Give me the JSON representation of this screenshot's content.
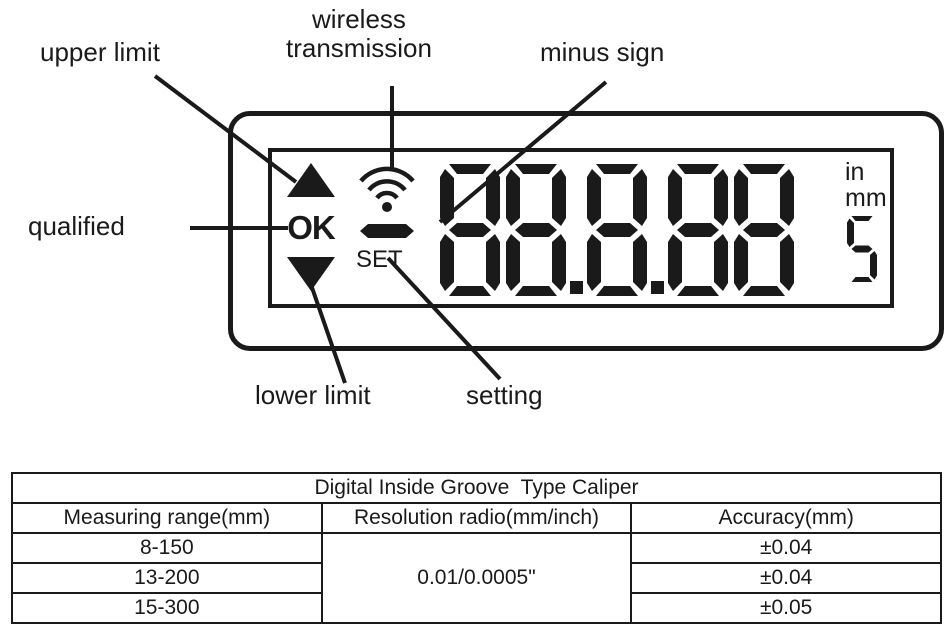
{
  "annotations": {
    "upper_limit": "upper limit",
    "wireless_transmission": "wireless\ntransmission",
    "minus_sign": "minus sign",
    "qualified": "qualified",
    "lower_limit": "lower limit",
    "setting": "setting"
  },
  "display": {
    "ok_label": "OK",
    "set_label": "SET",
    "unit_inch": "in",
    "unit_mm": "mm",
    "unit_digit_value": "5",
    "digits": [
      "8",
      "8",
      ".",
      "8",
      ".",
      "8",
      "8"
    ],
    "reading": "88.8.88",
    "icons": {
      "up_triangle": "triangle-up-icon",
      "down_triangle": "triangle-down-icon",
      "wireless": "wireless-signal-icon",
      "minus": "minus-sign-icon"
    }
  },
  "spec_table": {
    "title": "Digital Inside Groove  Type Caliper",
    "headers": [
      "Measuring range(mm)",
      "Resolution radio(mm/inch)",
      "Accuracy(mm)"
    ],
    "resolution_value": "0.01/0.0005\"",
    "rows": [
      {
        "range": "8-150",
        "accuracy": "±0.04"
      },
      {
        "range": "13-200",
        "accuracy": "±0.04"
      },
      {
        "range": "15-300",
        "accuracy": "±0.05"
      }
    ]
  },
  "colors": {
    "ink": "#1a1a1a",
    "background": "#ffffff"
  }
}
